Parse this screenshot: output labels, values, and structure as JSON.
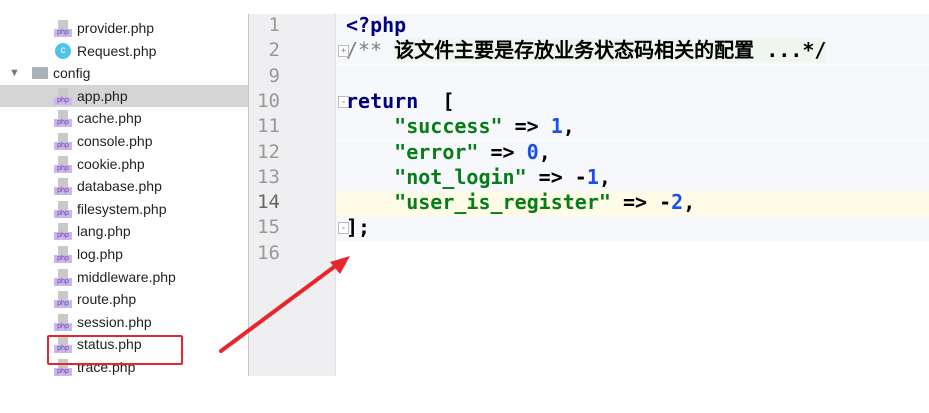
{
  "sidebar": {
    "items": [
      {
        "label": "provider.php",
        "icon": "php-file-icon"
      },
      {
        "label": "Request.php",
        "icon": "class-icon",
        "icon_letter": "c"
      },
      {
        "label": "config",
        "icon": "folder-icon"
      },
      {
        "label": "app.php",
        "icon": "php-file-icon",
        "selected": true
      },
      {
        "label": "cache.php",
        "icon": "php-file-icon"
      },
      {
        "label": "console.php",
        "icon": "php-file-icon"
      },
      {
        "label": "cookie.php",
        "icon": "php-file-icon"
      },
      {
        "label": "database.php",
        "icon": "php-file-icon"
      },
      {
        "label": "filesystem.php",
        "icon": "php-file-icon"
      },
      {
        "label": "lang.php",
        "icon": "php-file-icon"
      },
      {
        "label": "log.php",
        "icon": "php-file-icon"
      },
      {
        "label": "middleware.php",
        "icon": "php-file-icon"
      },
      {
        "label": "route.php",
        "icon": "php-file-icon"
      },
      {
        "label": "session.php",
        "icon": "php-file-icon"
      },
      {
        "label": "status.php",
        "icon": "php-file-icon",
        "highlighted": true
      },
      {
        "label": "trace.php",
        "icon": "php-file-icon"
      }
    ],
    "php_tag": "php"
  },
  "editor": {
    "lines": [
      {
        "n": "1",
        "parts": [
          [
            "kw",
            "<?php"
          ]
        ]
      },
      {
        "n": "2",
        "parts": [
          [
            "cm",
            "/** "
          ],
          [
            "cmbg",
            "该文件主要是存放业务状态码相关的配置 ...*/"
          ]
        ],
        "fold": "+"
      },
      {
        "n": "9",
        "parts": []
      },
      {
        "n": "10",
        "parts": [
          [
            "kw",
            "return"
          ],
          [
            "",
            "  ["
          ]
        ],
        "fold": "-"
      },
      {
        "n": "11",
        "parts": [
          [
            "",
            "    "
          ],
          [
            "str",
            "\"success\""
          ],
          [
            "",
            " => "
          ],
          [
            "num",
            "1"
          ],
          [
            "",
            ","
          ]
        ]
      },
      {
        "n": "12",
        "parts": [
          [
            "",
            "    "
          ],
          [
            "str",
            "\"error\""
          ],
          [
            "",
            " => "
          ],
          [
            "num",
            "0"
          ],
          [
            "",
            ","
          ]
        ]
      },
      {
        "n": "13",
        "parts": [
          [
            "",
            "    "
          ],
          [
            "str",
            "\"not_login\""
          ],
          [
            "",
            " => -"
          ],
          [
            "num",
            "1"
          ],
          [
            "",
            ","
          ]
        ]
      },
      {
        "n": "14",
        "parts": [
          [
            "",
            "    "
          ],
          [
            "str",
            "\"user_is_register\""
          ],
          [
            "",
            " => -"
          ],
          [
            "num",
            "2"
          ],
          [
            "",
            ","
          ]
        ],
        "current": true
      },
      {
        "n": "15",
        "parts": [
          [
            "",
            "];"
          ]
        ],
        "fold": "-"
      },
      {
        "n": "16",
        "parts": []
      }
    ]
  },
  "colors": {
    "annotation": "#e8252a",
    "current_line": "#fefbe6",
    "selected_row": "#d4d4d4"
  }
}
